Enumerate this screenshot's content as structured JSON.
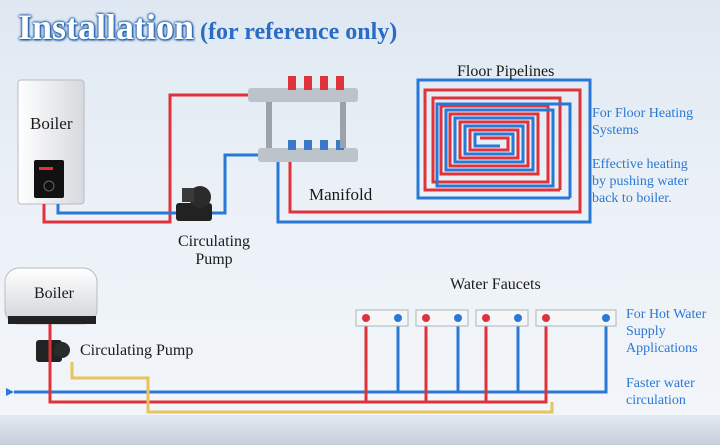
{
  "title": {
    "main": "Installation",
    "sub": "(for reference only)"
  },
  "top": {
    "boiler": "Boiler",
    "pump": [
      "Circulating",
      "Pump"
    ],
    "manifold": "Manifold",
    "floor_pipelines": "Floor Pipelines",
    "note1": [
      "For Floor Heating",
      "Systems"
    ],
    "note2": [
      "Effective heating",
      "by pushing water",
      "back to boiler."
    ]
  },
  "bottom": {
    "boiler": "Boiler",
    "pump": "Circulating Pump",
    "faucets": "Water Faucets",
    "note1": [
      "For Hot Water",
      "Supply",
      "Applications"
    ],
    "note2": [
      "Faster water",
      "circulation"
    ]
  },
  "colors": {
    "hot": "#e0323a",
    "cold": "#2a78d6",
    "return": "#e8c45a"
  }
}
